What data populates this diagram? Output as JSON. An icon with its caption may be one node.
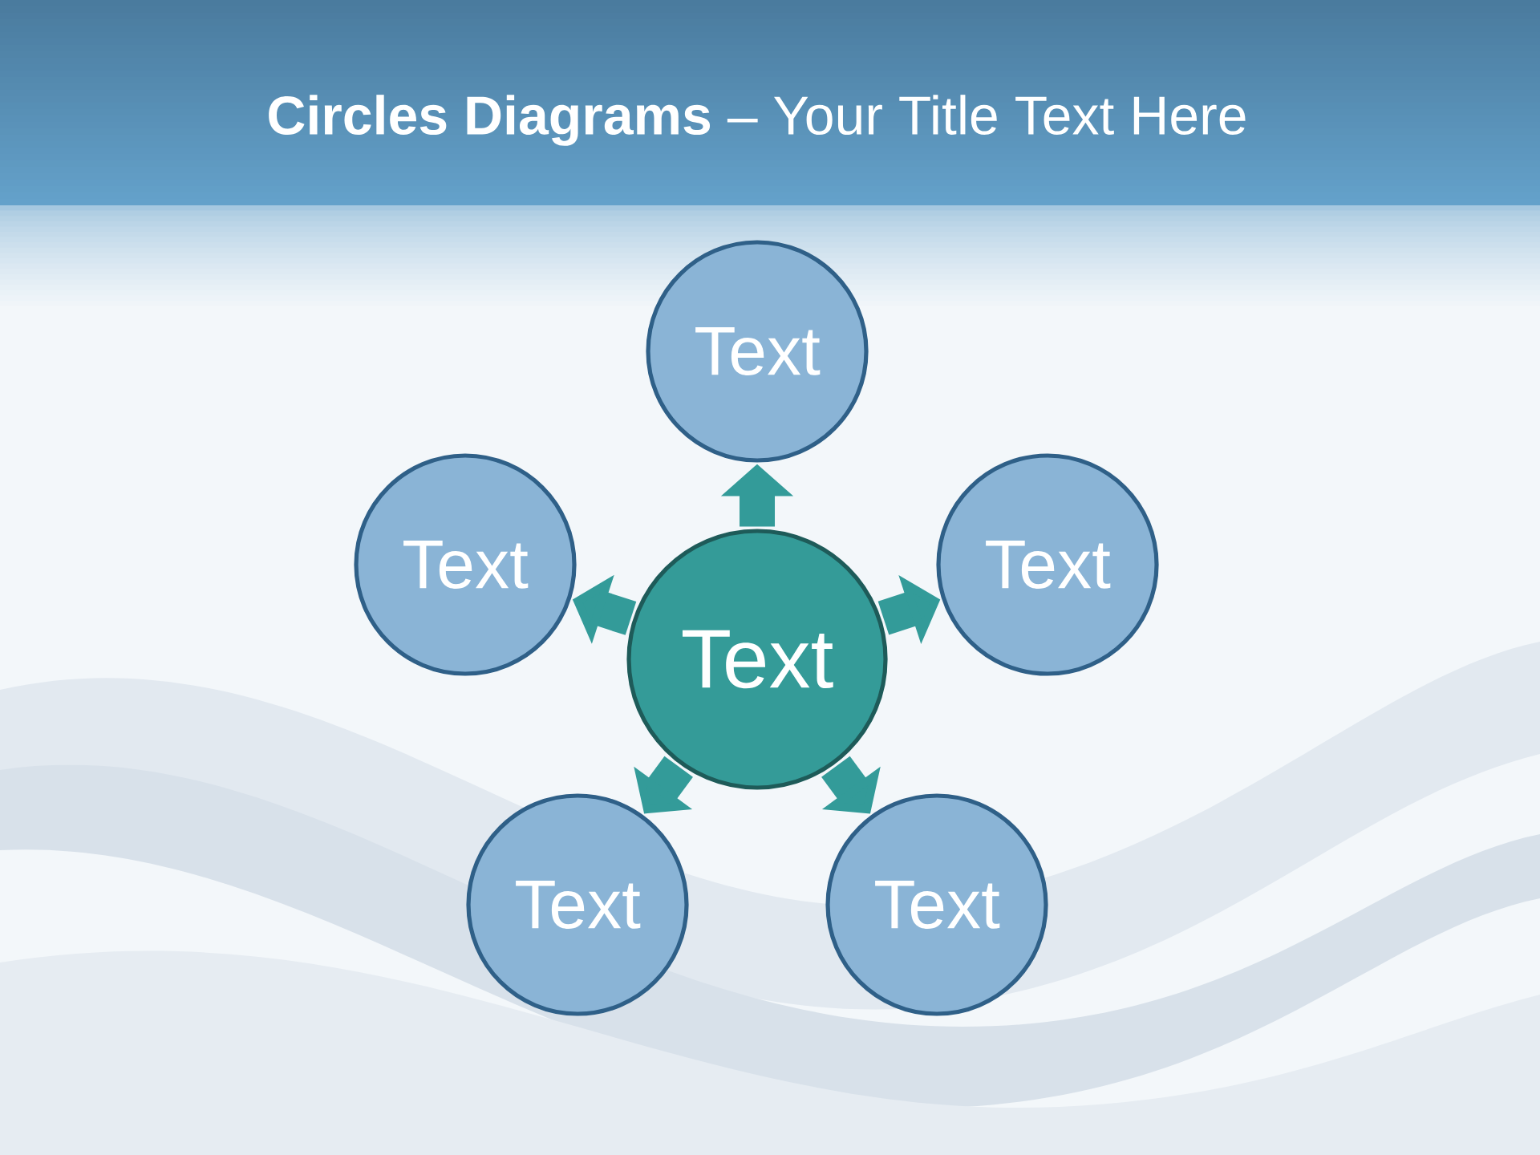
{
  "diagram": {
    "title": "**Circles Diagrams** – Your Title Text Here",
    "nodes": [
      {
        "text": [
          "Text"
        ]
      },
      {
        "text": [
          "Text"
        ]
      },
      {
        "text": [
          "Text"
        ]
      },
      {
        "text": [
          "Text"
        ]
      },
      {
        "text": [
          "Text"
        ]
      },
      {
        "text": [
          "Text"
        ]
      }
    ],
    "edges": [
      {
        "from": 0,
        "to": 1,
        "arrow": "to"
      },
      {
        "from": 0,
        "to": 2,
        "arrow": "to"
      },
      {
        "from": 0,
        "to": 3,
        "arrow": "to"
      },
      {
        "from": 0,
        "to": 4,
        "arrow": "to"
      },
      {
        "from": 0,
        "to": 5,
        "arrow": "to"
      }
    ]
  }
}
